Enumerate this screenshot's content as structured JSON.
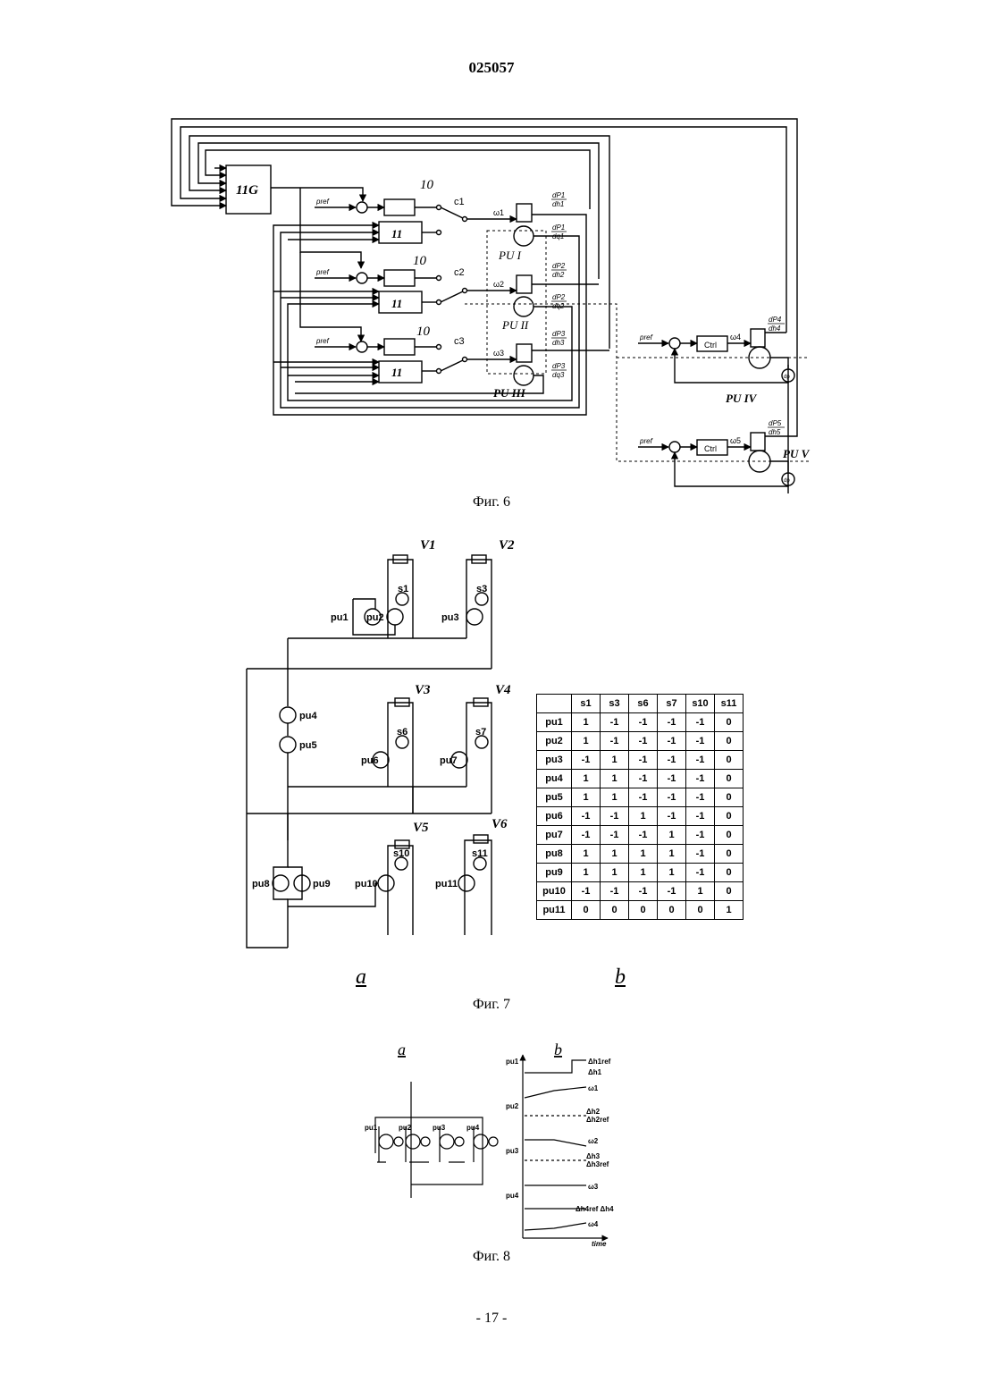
{
  "header": {
    "doc_number": "025057"
  },
  "figure6": {
    "caption": "Фиг. 6",
    "controller_label": "11G",
    "block10_label": "10",
    "block11_label": "11",
    "p_ref": "pref",
    "switches": [
      "c1",
      "c2",
      "c3"
    ],
    "omegas": [
      "ω1",
      "ω2",
      "ω3",
      "ω4",
      "ω5"
    ],
    "pump_units": [
      "PU I",
      "PU II",
      "PU III",
      "PU IV",
      "PU V"
    ],
    "ctrl_label": "Ctrl",
    "dp_label": "dp",
    "derivatives": {
      "dP1_dh1": [
        "dP1",
        "dh1"
      ],
      "dP1_dq1": [
        "dP1",
        "dq1"
      ],
      "dP2_dh2": [
        "dP2",
        "dh2"
      ],
      "dP2_dq2": [
        "dP2",
        "dq2"
      ],
      "dP3_dh3": [
        "dP3",
        "dh3"
      ],
      "dP3_dq3": [
        "dP3",
        "dq3"
      ],
      "dP4_dh4": [
        "dP4",
        "dh4"
      ],
      "dP5_dh5": [
        "dP5",
        "dh5"
      ]
    }
  },
  "figure7": {
    "caption": "Фиг. 7",
    "sub_a": "a",
    "sub_b": "b",
    "valves": [
      "V1",
      "V2",
      "V3",
      "V4",
      "V5",
      "V6"
    ],
    "sensors": [
      "s1",
      "s3",
      "s6",
      "s7",
      "s10",
      "s11"
    ],
    "pumps": [
      "pu1",
      "pu2",
      "pu3",
      "pu4",
      "pu5",
      "pu6",
      "pu7",
      "pu8",
      "pu9",
      "pu10",
      "pu11"
    ],
    "table": {
      "columns": [
        "s1",
        "s3",
        "s6",
        "s7",
        "s10",
        "s11"
      ],
      "rows": [
        {
          "label": "pu1",
          "values": [
            "1",
            "-1",
            "-1",
            "-1",
            "-1",
            "0"
          ]
        },
        {
          "label": "pu2",
          "values": [
            "1",
            "-1",
            "-1",
            "-1",
            "-1",
            "0"
          ]
        },
        {
          "label": "pu3",
          "values": [
            "-1",
            "1",
            "-1",
            "-1",
            "-1",
            "0"
          ]
        },
        {
          "label": "pu4",
          "values": [
            "1",
            "1",
            "-1",
            "-1",
            "-1",
            "0"
          ]
        },
        {
          "label": "pu5",
          "values": [
            "1",
            "1",
            "-1",
            "-1",
            "-1",
            "0"
          ]
        },
        {
          "label": "pu6",
          "values": [
            "-1",
            "-1",
            "1",
            "-1",
            "-1",
            "0"
          ]
        },
        {
          "label": "pu7",
          "values": [
            "-1",
            "-1",
            "-1",
            "1",
            "-1",
            "0"
          ]
        },
        {
          "label": "pu8",
          "values": [
            "1",
            "1",
            "1",
            "1",
            "-1",
            "0"
          ]
        },
        {
          "label": "pu9",
          "values": [
            "1",
            "1",
            "1",
            "1",
            "-1",
            "0"
          ]
        },
        {
          "label": "pu10",
          "values": [
            "-1",
            "-1",
            "-1",
            "-1",
            "1",
            "0"
          ]
        },
        {
          "label": "pu11",
          "values": [
            "0",
            "0",
            "0",
            "0",
            "0",
            "1"
          ]
        }
      ]
    }
  },
  "figure8": {
    "caption": "Фиг. 8",
    "sub_a": "a",
    "sub_b": "b",
    "pumps": [
      "pu1",
      "pu2",
      "pu3",
      "pu4"
    ],
    "chart_labels": {
      "pu1": "pu1",
      "pu2": "pu2",
      "pu3": "pu3",
      "pu4": "pu4",
      "dh1ref": "Δh1ref",
      "dh1": "Δh1",
      "w1": "ω1",
      "dh2": "Δh2",
      "dh2ref": "Δh2ref",
      "w2": "ω2",
      "dh3": "Δh3",
      "dh3ref": "Δh3ref",
      "w3": "ω3",
      "dh4": "Δh4ref Δh4",
      "w4": "ω4",
      "time": "time"
    }
  },
  "footer": {
    "page_number": "- 17 -"
  }
}
